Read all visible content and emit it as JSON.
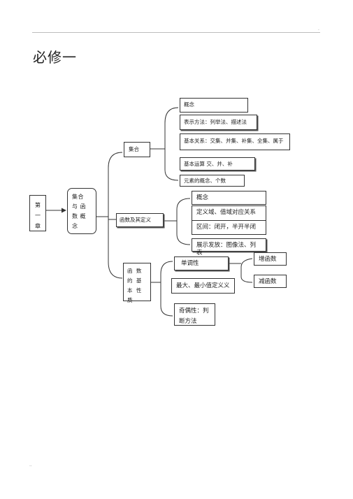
{
  "page": {
    "title": "必修一",
    "top_mark": "·",
    "bottom_mark": ".."
  },
  "diagram": {
    "chapter": [
      "第",
      "一",
      "章"
    ],
    "root": "集合 与 函数 概 念",
    "set": {
      "label": "集合",
      "items": [
        "概念",
        "表示方法：列举法、描述法",
        "基本关系：交集、并集、补集、全集、属于",
        "基本运算   交、并、补",
        "元素的概念、个数"
      ]
    },
    "func_def": {
      "label": "函数及其定义",
      "items": [
        "概念",
        "定义域、值域对应关系",
        "区间：闭开，半开半闭",
        "展示发放：图像法、列表"
      ]
    },
    "func_prop": {
      "label": "函 数 的 基 本 性 质",
      "items": {
        "monotonic": "单调性",
        "increasing": "增函数",
        "decreasing": "减函数",
        "extremum": "最大、最小值定义义",
        "parity": "奇偶性：判断方法"
      }
    }
  }
}
